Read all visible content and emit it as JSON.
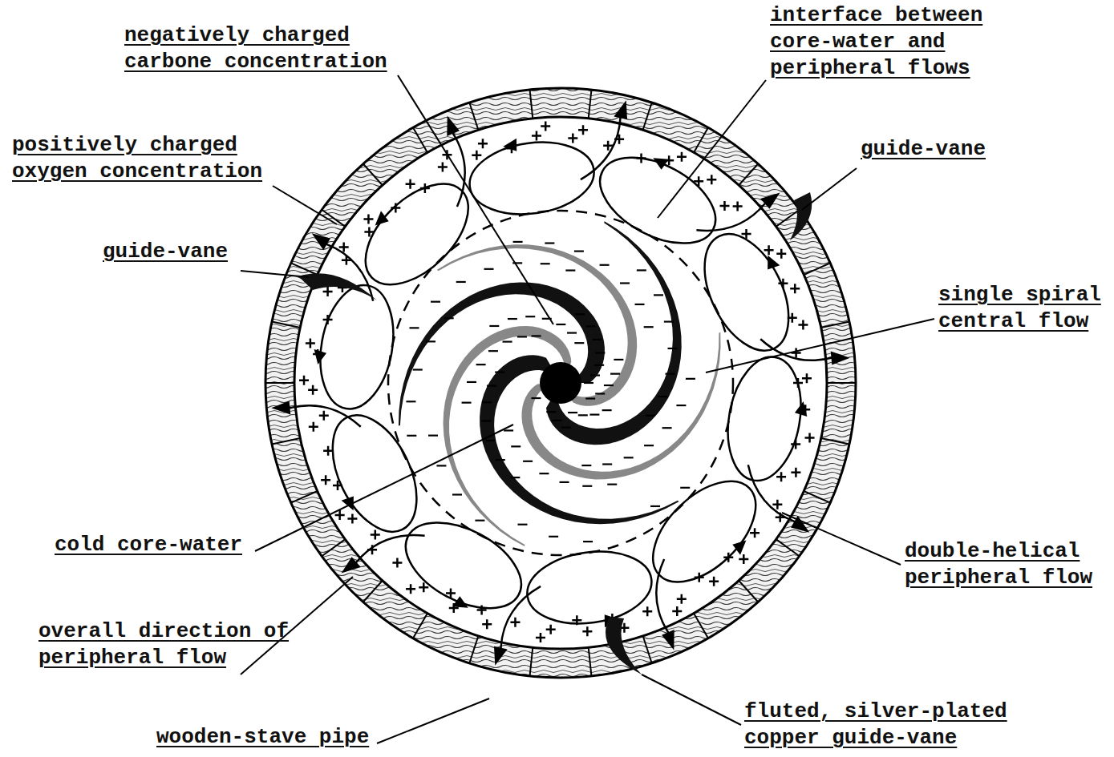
{
  "diagram": {
    "labels": [
      "negatively charged carbone concentration",
      "interface between core-water and peripheral flows",
      "positively charged oxygen concentration",
      "guide-vane",
      "guide-vane",
      "single spiral central flow",
      "cold core-water",
      "double-helical peripheral flow",
      "overall direction of peripheral flow",
      "wooden-stave pipe",
      "fluted, silver-plated copper guide-vane"
    ]
  }
}
